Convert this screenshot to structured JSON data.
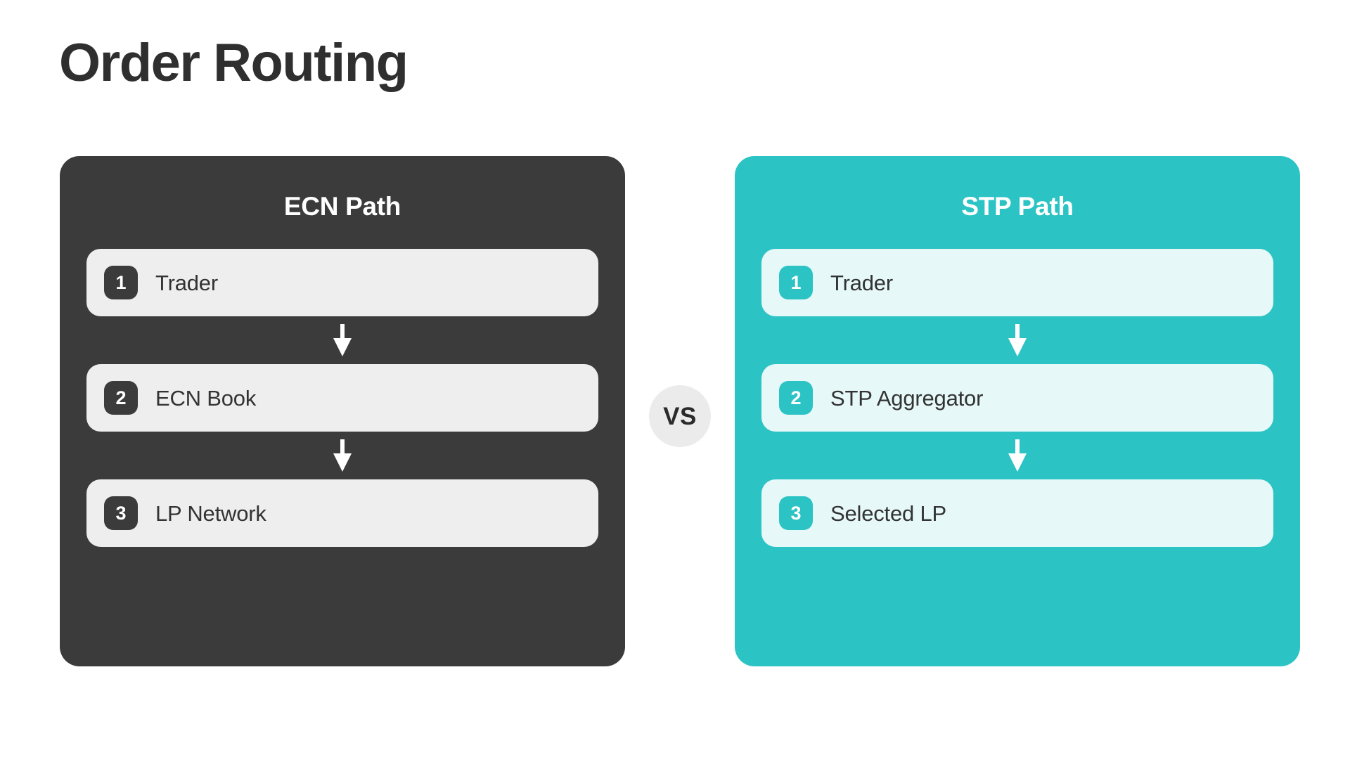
{
  "page": {
    "title": "Order Routing",
    "background": "#ffffff"
  },
  "colors": {
    "title_text": "#2f2f2f",
    "dark_panel": "#3b3b3b",
    "teal_panel": "#2cc3c5",
    "light_row": "#eeeeee",
    "mint_row": "#e6f8f8",
    "vs_circle": "#ebebeb",
    "arrow": "#ffffff"
  },
  "divider": {
    "label": "VS"
  },
  "panels": [
    {
      "key": "ecn",
      "title": "ECN Path",
      "theme": "dark",
      "steps": [
        {
          "number": "1",
          "label": "Trader"
        },
        {
          "number": "2",
          "label": "ECN Book"
        },
        {
          "number": "3",
          "label": "LP Network"
        }
      ],
      "connector_icon": "arrow-down-icon"
    },
    {
      "key": "stp",
      "title": "STP Path",
      "theme": "teal",
      "steps": [
        {
          "number": "1",
          "label": "Trader"
        },
        {
          "number": "2",
          "label": "STP Aggregator"
        },
        {
          "number": "3",
          "label": "Selected LP"
        }
      ],
      "connector_icon": "arrow-down-icon"
    }
  ]
}
